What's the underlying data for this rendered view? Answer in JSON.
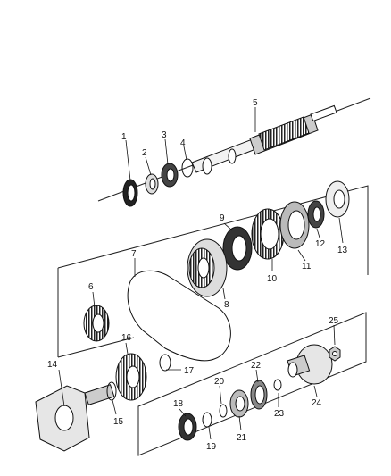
{
  "diagram": {
    "type": "exploded-parts-view",
    "callouts": [
      {
        "id": "1",
        "label": "1"
      },
      {
        "id": "2",
        "label": "2"
      },
      {
        "id": "3",
        "label": "3"
      },
      {
        "id": "4",
        "label": "4"
      },
      {
        "id": "5",
        "label": "5"
      },
      {
        "id": "6",
        "label": "6"
      },
      {
        "id": "7",
        "label": "7"
      },
      {
        "id": "8",
        "label": "8"
      },
      {
        "id": "9",
        "label": "9"
      },
      {
        "id": "10",
        "label": "10"
      },
      {
        "id": "11",
        "label": "11"
      },
      {
        "id": "12",
        "label": "12"
      },
      {
        "id": "13",
        "label": "13"
      },
      {
        "id": "14",
        "label": "14"
      },
      {
        "id": "15",
        "label": "15"
      },
      {
        "id": "16",
        "label": "16"
      },
      {
        "id": "17",
        "label": "17"
      },
      {
        "id": "18",
        "label": "18"
      },
      {
        "id": "19",
        "label": "19"
      },
      {
        "id": "20",
        "label": "20"
      },
      {
        "id": "21",
        "label": "21"
      },
      {
        "id": "22",
        "label": "22"
      },
      {
        "id": "23",
        "label": "23"
      },
      {
        "id": "24",
        "label": "24"
      },
      {
        "id": "25",
        "label": "25"
      }
    ]
  }
}
